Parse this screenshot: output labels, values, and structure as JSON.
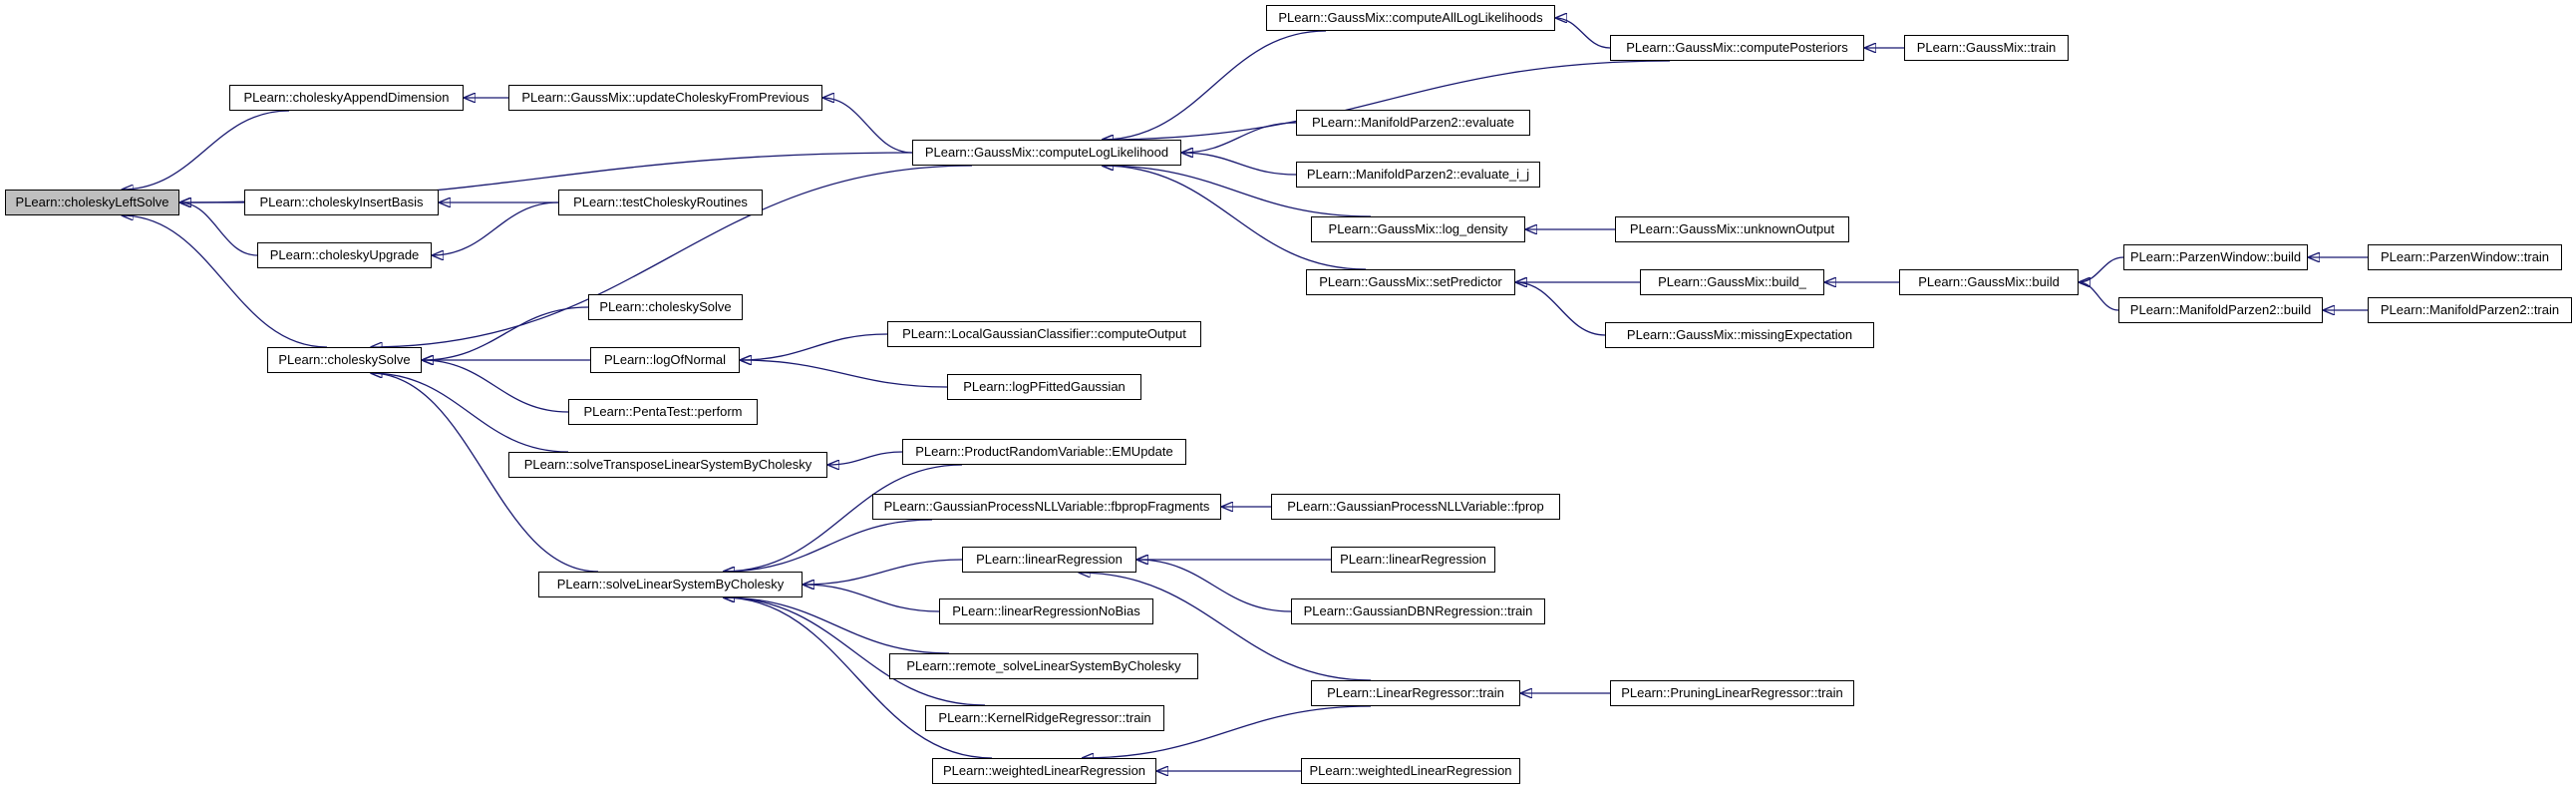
{
  "graph": {
    "title": "",
    "root": "PLearn::choleskyLeftSolve",
    "nodes": [
      {
        "id": "n1",
        "label": "PLearn::choleskyLeftSolve"
      },
      {
        "id": "n2",
        "label": "PLearn::choleskyAppendDimension"
      },
      {
        "id": "n3",
        "label": "PLearn::GaussMix::updateCholeskyFromPrevious"
      },
      {
        "id": "n4",
        "label": "PLearn::GaussMix::computeLogLikelihood"
      },
      {
        "id": "n5",
        "label": "PLearn::GaussMix::computeAllLogLikelihoods"
      },
      {
        "id": "n6",
        "label": "PLearn::GaussMix::computePosteriors"
      },
      {
        "id": "n7",
        "label": "PLearn::GaussMix::train"
      },
      {
        "id": "n8",
        "label": "PLearn::ManifoldParzen2::evaluate"
      },
      {
        "id": "n9",
        "label": "PLearn::ManifoldParzen2::evaluate_i_j"
      },
      {
        "id": "n10",
        "label": "PLearn::GaussMix::log_density"
      },
      {
        "id": "n11",
        "label": "PLearn::GaussMix::unknownOutput"
      },
      {
        "id": "n12",
        "label": "PLearn::GaussMix::setPredictor"
      },
      {
        "id": "n13",
        "label": "PLearn::GaussMix::build_"
      },
      {
        "id": "n14",
        "label": "PLearn::GaussMix::build"
      },
      {
        "id": "n15",
        "label": "PLearn::ParzenWindow::build"
      },
      {
        "id": "n16",
        "label": "PLearn::ParzenWindow::train"
      },
      {
        "id": "n17",
        "label": "PLearn::ManifoldParzen2::build"
      },
      {
        "id": "n18",
        "label": "PLearn::ManifoldParzen2::train"
      },
      {
        "id": "n19",
        "label": "PLearn::GaussMix::missingExpectation"
      },
      {
        "id": "n20",
        "label": "PLearn::choleskyInsertBasis"
      },
      {
        "id": "n21",
        "label": "PLearn::testCholeskyRoutines"
      },
      {
        "id": "n22",
        "label": "PLearn::choleskyUpgrade"
      },
      {
        "id": "n23",
        "label": "PLearn::choleskySolve"
      },
      {
        "id": "n24",
        "label": "PLearn::choleskySolve"
      },
      {
        "id": "n25",
        "label": "PLearn::logOfNormal"
      },
      {
        "id": "n26",
        "label": "PLearn::LocalGaussianClassifier::computeOutput"
      },
      {
        "id": "n27",
        "label": "PLearn::logPFittedGaussian"
      },
      {
        "id": "n28",
        "label": "PLearn::PentaTest::perform"
      },
      {
        "id": "n29",
        "label": "PLearn::solveTransposeLinearSystemByCholesky"
      },
      {
        "id": "n30",
        "label": "PLearn::ProductRandomVariable::EMUpdate"
      },
      {
        "id": "n31",
        "label": "PLearn::solveLinearSystemByCholesky"
      },
      {
        "id": "n32",
        "label": "PLearn::GaussianProcessNLLVariable::fbpropFragments"
      },
      {
        "id": "n33",
        "label": "PLearn::GaussianProcessNLLVariable::fprop"
      },
      {
        "id": "n34",
        "label": "PLearn::linearRegression"
      },
      {
        "id": "n35",
        "label": "PLearn::linearRegression"
      },
      {
        "id": "n36",
        "label": "PLearn::GaussianDBNRegression::train"
      },
      {
        "id": "n37",
        "label": "PLearn::LinearRegressor::train"
      },
      {
        "id": "n38",
        "label": "PLearn::PruningLinearRegressor::train"
      },
      {
        "id": "n39",
        "label": "PLearn::linearRegressionNoBias"
      },
      {
        "id": "n40",
        "label": "PLearn::remote_solveLinearSystemByCholesky"
      },
      {
        "id": "n41",
        "label": "PLearn::KernelRidgeRegressor::train"
      },
      {
        "id": "n42",
        "label": "PLearn::weightedLinearRegression"
      },
      {
        "id": "n43",
        "label": "PLearn::weightedLinearRegression"
      }
    ],
    "edges": [
      [
        "n2",
        "n1"
      ],
      [
        "n4",
        "n1"
      ],
      [
        "n20",
        "n1"
      ],
      [
        "n22",
        "n1"
      ],
      [
        "n24",
        "n1"
      ],
      [
        "n3",
        "n2"
      ],
      [
        "n4",
        "n3"
      ],
      [
        "n5",
        "n4"
      ],
      [
        "n6",
        "n4"
      ],
      [
        "n8",
        "n4"
      ],
      [
        "n9",
        "n4"
      ],
      [
        "n10",
        "n4"
      ],
      [
        "n12",
        "n4"
      ],
      [
        "n6",
        "n5"
      ],
      [
        "n7",
        "n6"
      ],
      [
        "n11",
        "n10"
      ],
      [
        "n13",
        "n12"
      ],
      [
        "n19",
        "n12"
      ],
      [
        "n14",
        "n13"
      ],
      [
        "n15",
        "n14"
      ],
      [
        "n17",
        "n14"
      ],
      [
        "n16",
        "n15"
      ],
      [
        "n18",
        "n17"
      ],
      [
        "n21",
        "n20"
      ],
      [
        "n21",
        "n22"
      ],
      [
        "n4",
        "n24"
      ],
      [
        "n23",
        "n24"
      ],
      [
        "n25",
        "n24"
      ],
      [
        "n28",
        "n24"
      ],
      [
        "n29",
        "n24"
      ],
      [
        "n31",
        "n24"
      ],
      [
        "n26",
        "n25"
      ],
      [
        "n27",
        "n25"
      ],
      [
        "n30",
        "n29"
      ],
      [
        "n30",
        "n31"
      ],
      [
        "n32",
        "n31"
      ],
      [
        "n34",
        "n31"
      ],
      [
        "n39",
        "n31"
      ],
      [
        "n40",
        "n31"
      ],
      [
        "n41",
        "n31"
      ],
      [
        "n42",
        "n31"
      ],
      [
        "n33",
        "n32"
      ],
      [
        "n35",
        "n34"
      ],
      [
        "n36",
        "n34"
      ],
      [
        "n37",
        "n34"
      ],
      [
        "n38",
        "n37"
      ],
      [
        "n37",
        "n42"
      ],
      [
        "n43",
        "n42"
      ]
    ]
  },
  "colors": {
    "edge": "#191970",
    "node_border": "#000000",
    "node_fill": "#ffffff",
    "root_fill": "#bfbfbf"
  }
}
